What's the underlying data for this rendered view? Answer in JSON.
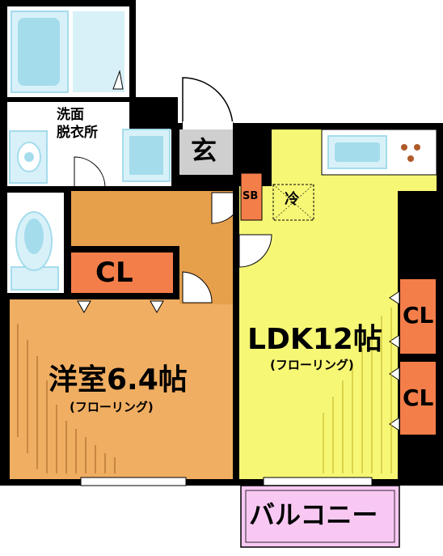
{
  "labels": {
    "washroom_line1": "洗面",
    "washroom_line2": "脱衣所",
    "genkan": "玄",
    "shoe_box": "SB",
    "fridge": "冷",
    "cl_bedroom": "CL",
    "cl_ldk_upper": "CL",
    "cl_ldk_lower": "CL",
    "ldk_name": "LDK12帖",
    "ldk_floor": "(フローリング)",
    "bedroom_name": "洋室6.4帖",
    "bedroom_floor": "(フローリング)",
    "balcony": "バルコニー"
  },
  "colors": {
    "wall": "#000000",
    "fixture_blue": "#a4dcec",
    "fixture_fill": "#d8f1f8",
    "bedroom_floor": "#f0ae62",
    "hall_floor": "#e6a04c",
    "ldk_floor": "#f7f776",
    "closet": "#f47e4a",
    "genkan_floor": "#cfcfcf",
    "balcony": "#f8c8f3",
    "kitchen_dots": "#b05a2a"
  }
}
